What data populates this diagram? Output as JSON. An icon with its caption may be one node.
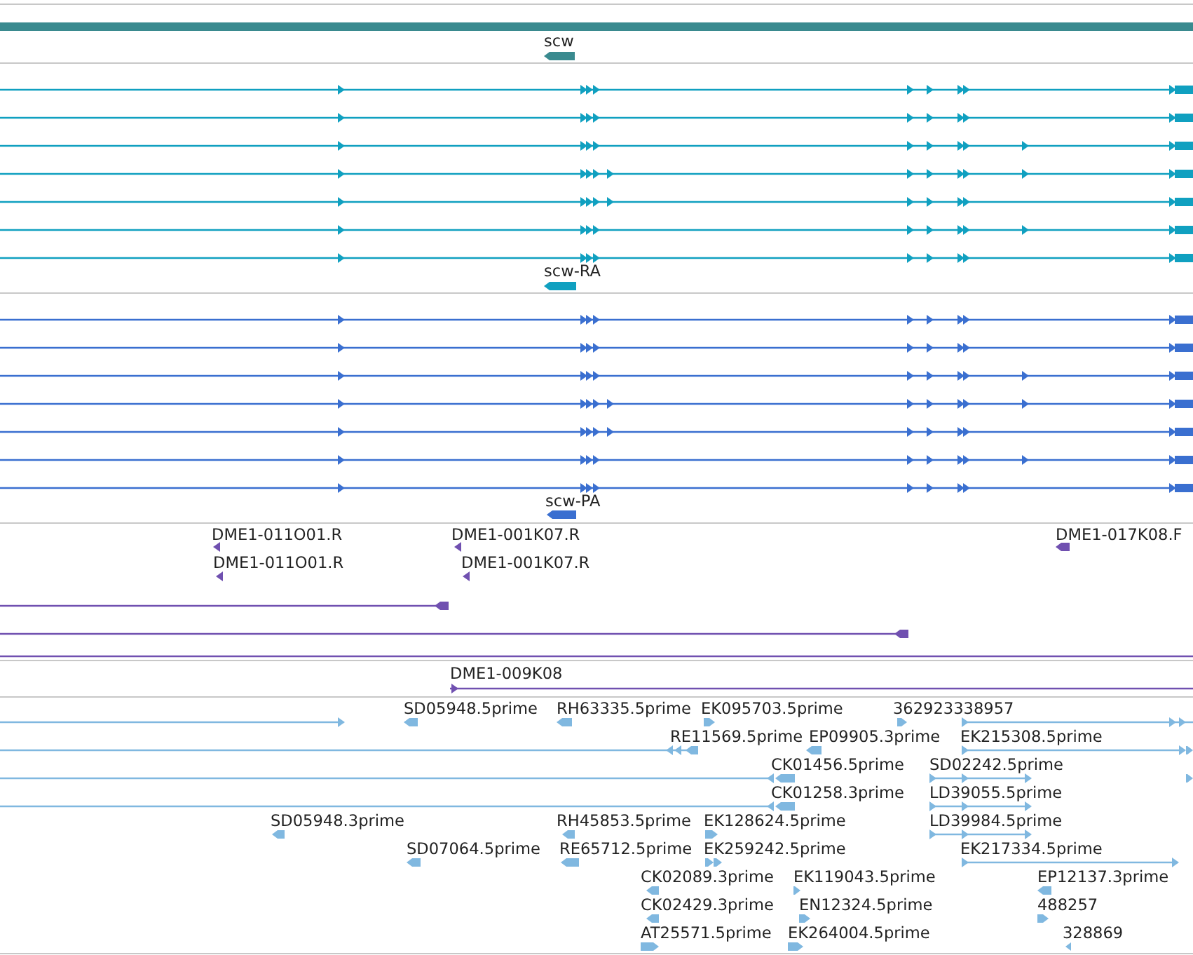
{
  "diagram": {
    "labels": [
      "scw",
      "scw-RA",
      "scw-PA",
      "DME1-011O01.R",
      "DME1-001K07.R",
      "DME1-017K08.F",
      "DME1-011O01.R",
      "DME1-001K07.R",
      "DME1-009K08",
      "SD05948.5prime",
      "RH63335.5prime",
      "EK095703.5prime",
      "362923338957",
      "RE11569.5prime",
      "EP09905.3prime",
      "EK215308.5prime",
      "CK01456.5prime",
      "SD02242.5prime",
      "CK01258.3prime",
      "LD39055.5prime",
      "SD05948.3prime",
      "RH45853.5prime",
      "EK128624.5prime",
      "LD39984.5prime",
      "SD07064.5prime",
      "RE65712.5prime",
      "EK259242.5prime",
      "EK217334.5prime",
      "CK02089.3prime",
      "EK119043.5prime",
      "EP12137.3prime",
      "CK02429.3prime",
      "EN12324.5prime",
      "488257",
      "AT25571.5prime",
      "EK264004.5prime",
      "328869"
    ]
  }
}
